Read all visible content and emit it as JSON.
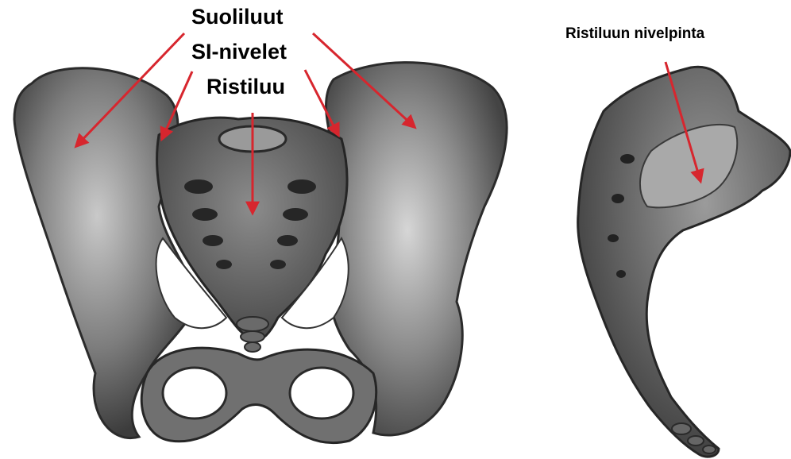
{
  "labels": {
    "suoliluut": "Suoliluut",
    "si_nivelet": "SI-nivelet",
    "ristiluu": "Ristiluu",
    "ristiluun_nivelpinta": "Ristiluun nivelpinta"
  },
  "colors": {
    "arrow": "#d7262e",
    "bone_dark": "#3a3a3a",
    "bone_mid": "#6f6f6f",
    "bone_light": "#b9b9b9",
    "label_text": "#000000"
  },
  "figures": [
    "pelvis-front-view-illustration",
    "sacrum-side-view-illustration"
  ]
}
